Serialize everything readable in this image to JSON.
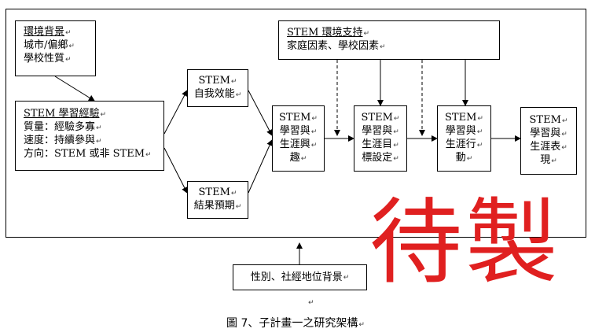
{
  "env_bg": {
    "title": "環境背景",
    "lines": [
      "城市/偏鄉",
      "學校性質"
    ]
  },
  "experience": {
    "title": "STEM 學習經驗",
    "lines": [
      "質量：經驗多寡",
      "速度：持續參與",
      "方向：STEM 或非 STEM"
    ]
  },
  "self_efficacy": {
    "lines": [
      "STEM",
      "自我效能"
    ]
  },
  "outcome_exp": {
    "lines": [
      "STEM",
      "結果預期"
    ]
  },
  "env_support": {
    "title": "STEM 環境支持",
    "lines": [
      "家庭因素、學校因素"
    ]
  },
  "interest": {
    "lines": [
      "STEM",
      "學習與",
      "生涯興",
      "趣"
    ]
  },
  "goal": {
    "lines": [
      "STEM",
      "學習與",
      "生涯目",
      "標設定"
    ]
  },
  "action": {
    "lines": [
      "STEM",
      "學習與",
      "生涯行",
      "動"
    ]
  },
  "performance": {
    "lines": [
      "STEM",
      "學習與",
      "生涯表",
      "現"
    ]
  },
  "gender_ses": {
    "label": "性別、社經地位背景"
  },
  "stamp": "待製",
  "caption": "圖 7、子計畫一之研究架構",
  "para_mark": "↵"
}
